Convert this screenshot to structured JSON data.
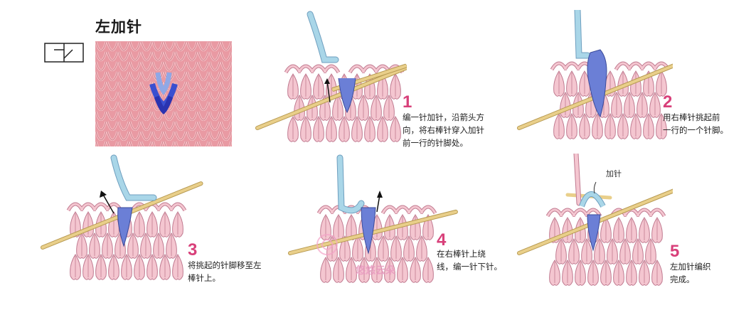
{
  "title": "左加针",
  "steps": [
    {
      "num": "1",
      "text": "编一针加针，沿箭头方\n向，将右棒针穿入加针\n前一行的针脚处。"
    },
    {
      "num": "2",
      "text": "用右棒针挑起前\n一行的一个针脚。"
    },
    {
      "num": "3",
      "text": "将挑起的针脚移至左\n棒针上。"
    },
    {
      "num": "4",
      "text": "在右棒针上绕\n线，编一针下针。"
    },
    {
      "num": "5",
      "text": "左加针编织\n完成。"
    }
  ],
  "callout_label": "加针",
  "watermark_text": "悠悠云朵",
  "colors": {
    "knit_pink": "#f4c6d0",
    "knit_outline": "#c07a90",
    "needle": "#e9cf8a",
    "yarn_light_blue": "#a9d6e8",
    "yarn_dark_blue": "#6b7fd6",
    "step_number": "#d8407a",
    "swatch_bg": "#e99aa3"
  }
}
